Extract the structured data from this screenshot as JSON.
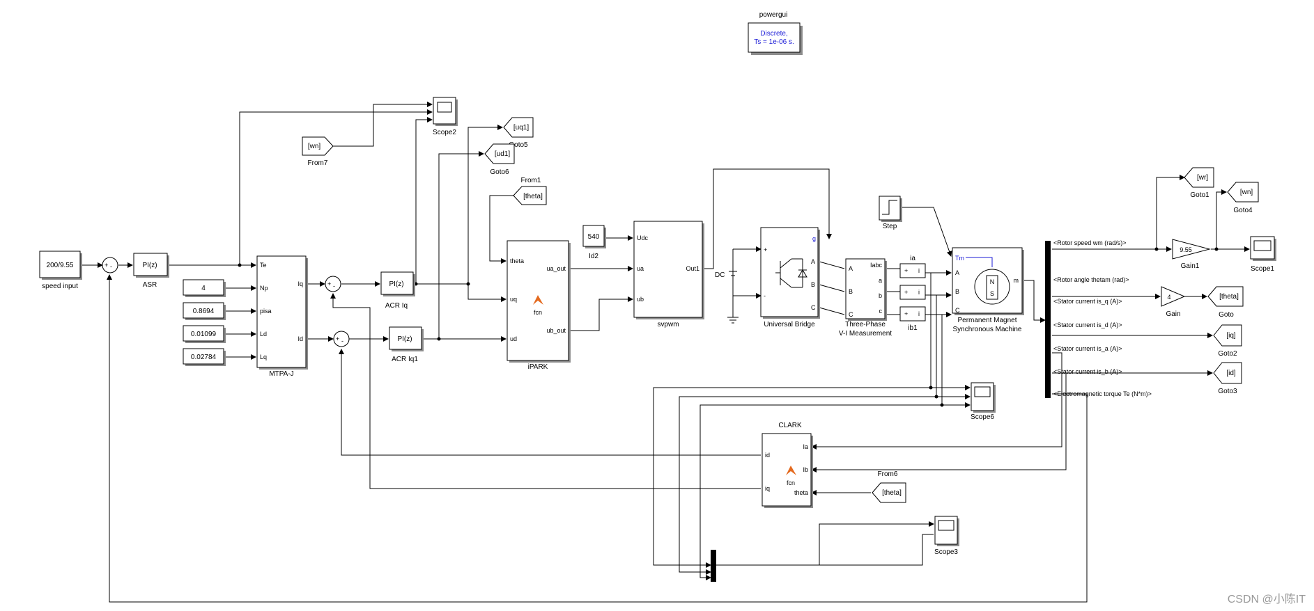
{
  "powergui": {
    "title": "powergui",
    "line1": "Discrete,",
    "line2": "Ts = 1e-06 s."
  },
  "blocks": {
    "speed_input": {
      "value": "200/9.55",
      "label": "speed input"
    },
    "asr": {
      "text": "PI(z)",
      "label": "ASR"
    },
    "np_const": {
      "value": "4"
    },
    "psia_const": {
      "value": "0.8694"
    },
    "ld_const": {
      "value": "0.01099"
    },
    "lq_const": {
      "value": "0.02784"
    },
    "mtpa": {
      "label": "MTPA-J",
      "in_ports": [
        "Te",
        "Np",
        "pisa",
        "Ld",
        "Lq"
      ],
      "out_ports": [
        "Iq",
        "Id"
      ]
    },
    "acr_iq": {
      "text": "PI(z)",
      "label": "ACR Iq"
    },
    "acr_id": {
      "text": "PI(z)",
      "label": "ACR Iq1"
    },
    "scope2": {
      "label": "Scope2"
    },
    "from7": {
      "tag": "[wn]",
      "label": "From7"
    },
    "goto5": {
      "tag": "[uq1]",
      "label": "Goto5"
    },
    "goto6": {
      "tag": "[ud1]",
      "label": "Goto6"
    },
    "from1": {
      "tag": "[theta]",
      "label": "From1"
    },
    "ipark": {
      "label": "iPARK",
      "in_ports": [
        "theta",
        "uq",
        "ud"
      ],
      "out_ports": [
        "ua_out",
        "ub_out"
      ],
      "fn": "fcn"
    },
    "udc": {
      "value": "540",
      "label": "Id2"
    },
    "svpwm": {
      "label": "svpwm",
      "in_ports": [
        "Udc",
        "ua",
        "ub"
      ],
      "out_ports": [
        "Out1"
      ]
    },
    "dc": {
      "label": "DC"
    },
    "bridge": {
      "label": "Universal Bridge",
      "ports": [
        "g",
        "A",
        "B",
        "C",
        "+",
        "-"
      ]
    },
    "vi_meas": {
      "label1": "Three-Phase",
      "label2": "V-I Measurement",
      "ports": [
        "A",
        "B",
        "C",
        "Iabc",
        "a",
        "b",
        "c"
      ]
    },
    "ia": {
      "label": "ia"
    },
    "ib1": {
      "label": "ib1"
    },
    "step": {
      "label": "Step"
    },
    "pmsm": {
      "label1": "Permanent Magnet",
      "label2": "Synchronous Machine",
      "ports": [
        "Tm",
        "A",
        "B",
        "C",
        "m"
      ],
      "n": "N",
      "s": "S"
    },
    "bus_signals": [
      "<Rotor speed wm (rad/s)>",
      "<Rotor angle thetam (rad)>",
      "<Stator current is_q (A)>",
      "<Stator current is_d (A)>",
      "<Stator current is_a (A)>",
      "<Stator current is_b (A)>",
      "<Electromagnetic torque Te (N*m)>"
    ],
    "goto1": {
      "tag": "[wr]",
      "label": "Goto1"
    },
    "goto4": {
      "tag": "[wn]",
      "label": "Goto4"
    },
    "gain1": {
      "value": "9.55",
      "label": "Gain1"
    },
    "scope1": {
      "label": "Scope1"
    },
    "gain": {
      "value": "4",
      "label": "Gain"
    },
    "goto": {
      "tag": "[theta]",
      "label": "Goto"
    },
    "goto2": {
      "tag": "[iq]",
      "label": "Goto2"
    },
    "goto3": {
      "tag": "[id]",
      "label": "Goto3"
    },
    "scope6": {
      "label": "Scope6"
    },
    "clark": {
      "label": "CLARK",
      "in_ports": [
        "Ia",
        "Ib",
        "theta"
      ],
      "out_ports": [
        "id",
        "iq"
      ],
      "fn": "fcn"
    },
    "from6": {
      "tag": "[theta]",
      "label": "From6"
    },
    "scope3": {
      "label": "Scope3"
    }
  },
  "watermark": "CSDN @小陈IT"
}
